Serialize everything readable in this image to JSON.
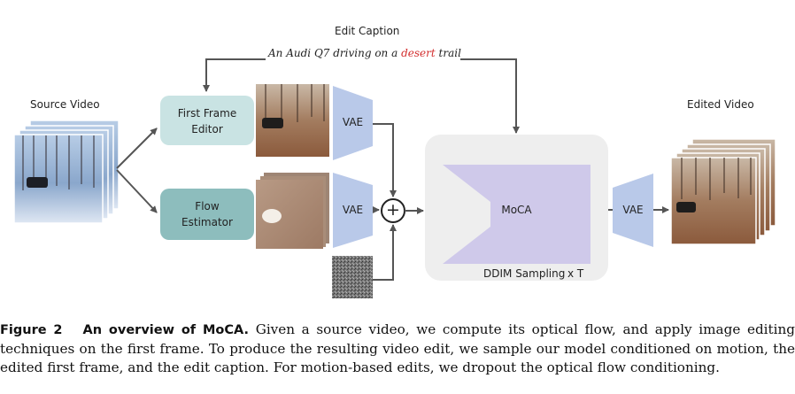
{
  "diagram": {
    "labels": {
      "edit_caption_title": "Edit Caption",
      "source_video": "Source Video",
      "edited_video": "Edited Video",
      "first_frame_editor_line1": "First Frame",
      "first_frame_editor_line2": "Editor",
      "flow_estimator_line1": "Flow",
      "flow_estimator_line2": "Estimator",
      "vae_top": "VAE",
      "vae_mid": "VAE",
      "vae_out": "VAE",
      "moca": "MoCA",
      "ddim_sampling": "DDIM Sampling",
      "times_t": "x T",
      "plus_symbol": "+"
    },
    "edit_caption_text": {
      "before": "An Audi Q7 driving on a",
      "highlight": "desert",
      "after": "trail"
    },
    "colors": {
      "module_fill": "#c9e3e3",
      "module_fill_dark": "#8dbdbd",
      "vae_fill": "#b9c9e9",
      "moca_fill": "#cfc9ea",
      "moca_panel": "#eeeeee",
      "arrow": "#555555",
      "highlight_word": "#d32f2f"
    }
  },
  "figure_caption": {
    "label": "Figure 2",
    "title": "An overview of MoCA.",
    "body": "Given a source video, we compute its optical flow, and apply image editing techniques on the first frame. To produce the resulting video edit, we sample our model conditioned on motion, the edited first frame, and the edit caption. For motion-based edits, we dropout the optical flow conditioning."
  }
}
